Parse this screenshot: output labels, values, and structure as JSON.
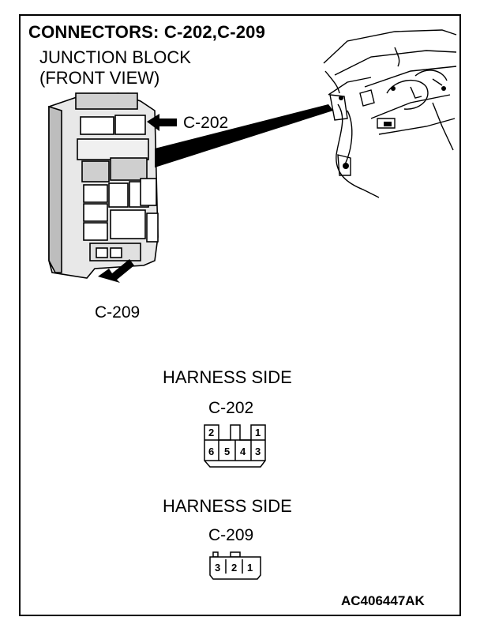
{
  "title": "CONNECTORS: C-202,C-209",
  "junction_block": {
    "line1": "JUNCTION BLOCK",
    "line2": "(FRONT VIEW)"
  },
  "callouts": {
    "c202": "C-202",
    "c209": "C-209"
  },
  "connectors": [
    {
      "heading": "HARNESS SIDE",
      "name": "C-202",
      "top_row": [
        "2",
        "",
        "1"
      ],
      "bottom_row": [
        "6",
        "5",
        "4",
        "3"
      ]
    },
    {
      "heading": "HARNESS SIDE",
      "name": "C-209",
      "pins": [
        "3",
        "2",
        "1"
      ]
    }
  ],
  "figure_code": "AC406447AK"
}
